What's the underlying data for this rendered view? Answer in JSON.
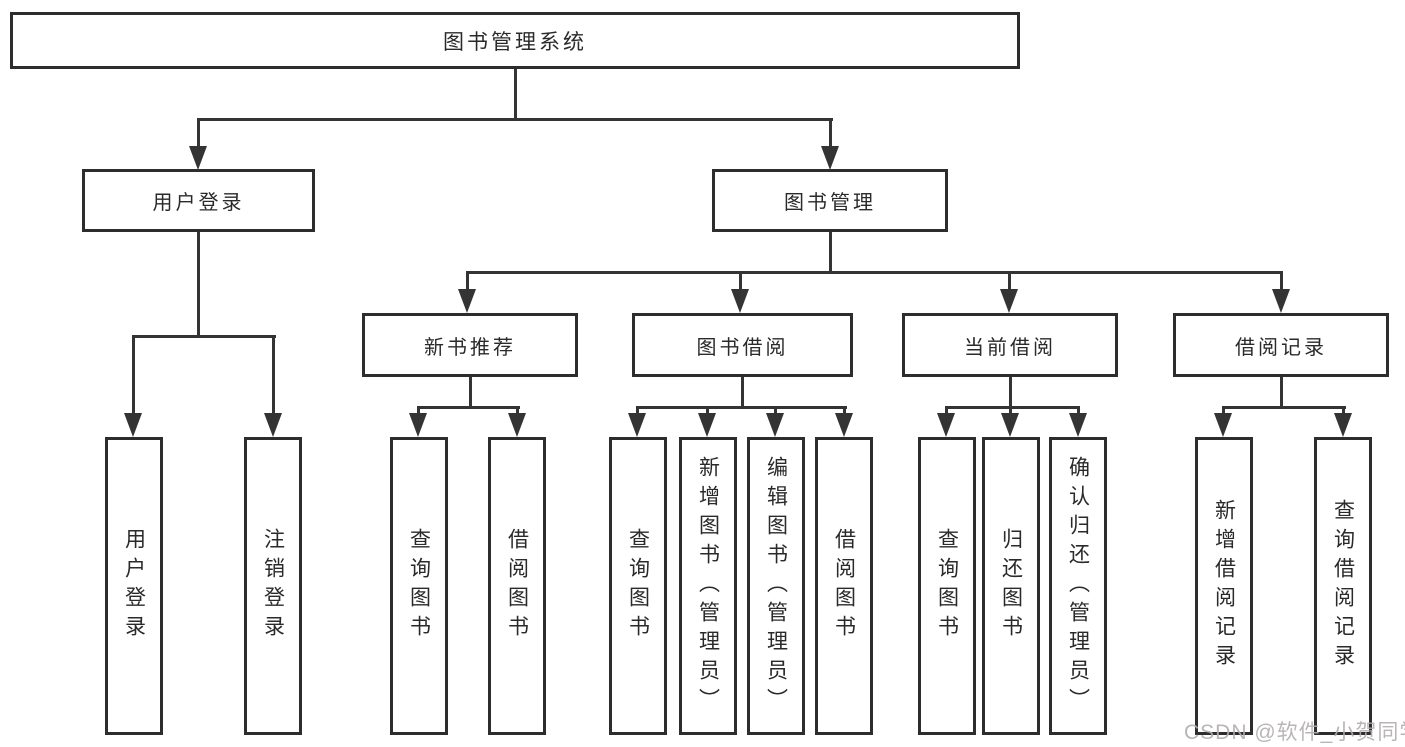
{
  "tree": {
    "root": {
      "label": "图书管理系统"
    },
    "branches": [
      {
        "label": "用户登录",
        "leaves": [
          "用户登录",
          "注销登录"
        ]
      },
      {
        "label": "图书管理",
        "groups": [
          {
            "label": "新书推荐",
            "leaves": [
              "查询图书",
              "借阅图书"
            ]
          },
          {
            "label": "图书借阅",
            "leaves": [
              "查询图书",
              "新增图书（管理员）",
              "编辑图书（管理员）",
              "借阅图书"
            ]
          },
          {
            "label": "当前借阅",
            "leaves": [
              "查询图书",
              "归还图书",
              "确认归还（管理员）"
            ]
          },
          {
            "label": "借阅记录",
            "leaves": [
              "新增借阅记录",
              "查询借阅记录"
            ]
          }
        ]
      }
    ]
  },
  "watermark": {
    "text": "CSDN @软件_小贺同学",
    "color": "#b3aeae"
  },
  "colors": {
    "line": "#343434",
    "box_border": "#2d2d2d",
    "box_fill": "#ffffff",
    "text": "#2a2a2a",
    "background": "#ffffff"
  }
}
